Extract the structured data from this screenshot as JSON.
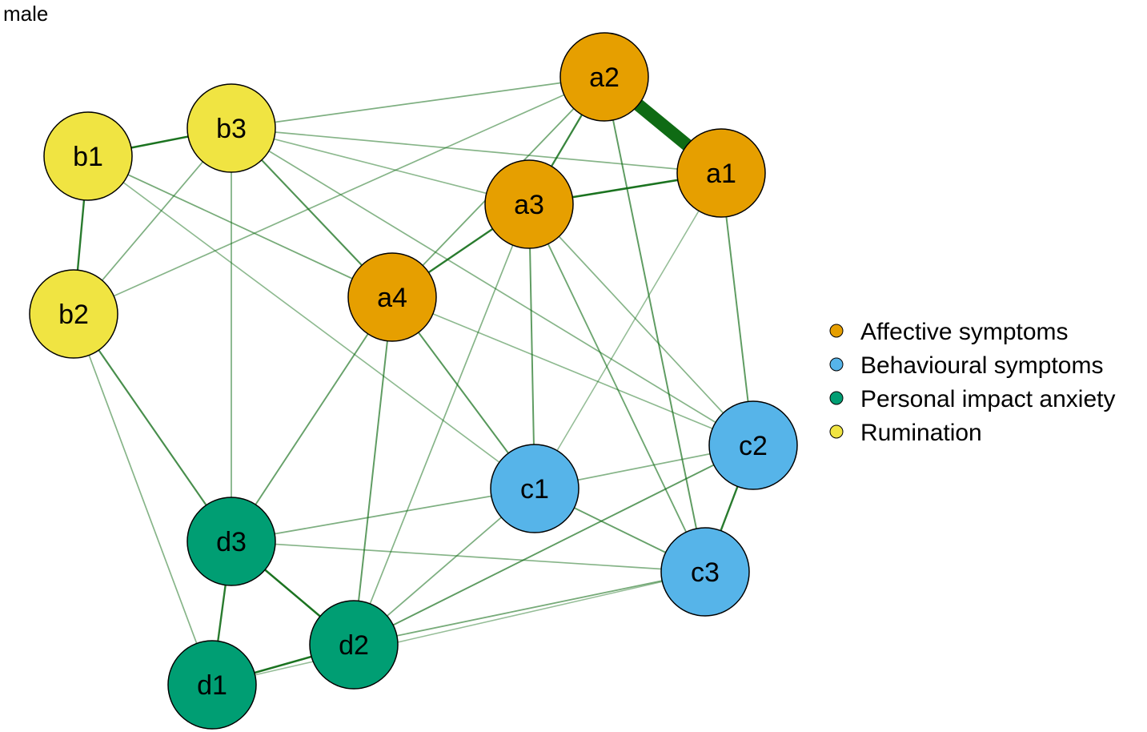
{
  "title": "male",
  "groups": {
    "affective": {
      "label": "Affective symptoms",
      "color": "#E69F00"
    },
    "behavioural": {
      "label": "Behavioural symptoms",
      "color": "#56B4E9"
    },
    "personal": {
      "label": "Personal impact anxiety",
      "color": "#009E73"
    },
    "rumination": {
      "label": "Rumination",
      "color": "#F0E442"
    }
  },
  "legend_order": [
    "affective",
    "behavioural",
    "personal",
    "rumination"
  ],
  "nodes": [
    {
      "id": "a1",
      "label": "a1",
      "group": "affective"
    },
    {
      "id": "a2",
      "label": "a2",
      "group": "affective"
    },
    {
      "id": "a3",
      "label": "a3",
      "group": "affective"
    },
    {
      "id": "a4",
      "label": "a4",
      "group": "affective"
    },
    {
      "id": "b1",
      "label": "b1",
      "group": "rumination"
    },
    {
      "id": "b2",
      "label": "b2",
      "group": "rumination"
    },
    {
      "id": "b3",
      "label": "b3",
      "group": "rumination"
    },
    {
      "id": "c1",
      "label": "c1",
      "group": "behavioural"
    },
    {
      "id": "c2",
      "label": "c2",
      "group": "behavioural"
    },
    {
      "id": "c3",
      "label": "c3",
      "group": "behavioural"
    },
    {
      "id": "d1",
      "label": "d1",
      "group": "personal"
    },
    {
      "id": "d2",
      "label": "d2",
      "group": "personal"
    },
    {
      "id": "d3",
      "label": "d3",
      "group": "personal"
    }
  ],
  "edges": [
    {
      "from": "a2",
      "to": "a1",
      "weight": 1.0
    },
    {
      "from": "a3",
      "to": "a1",
      "weight": 0.22
    },
    {
      "from": "a2",
      "to": "a3",
      "weight": 0.18
    },
    {
      "from": "a3",
      "to": "a4",
      "weight": 0.2
    },
    {
      "from": "a2",
      "to": "a4",
      "weight": 0.1
    },
    {
      "from": "b1",
      "to": "b3",
      "weight": 0.22
    },
    {
      "from": "b1",
      "to": "b2",
      "weight": 0.2
    },
    {
      "from": "b3",
      "to": "b2",
      "weight": 0.09
    },
    {
      "from": "b3",
      "to": "a2",
      "weight": 0.09
    },
    {
      "from": "b3",
      "to": "a1",
      "weight": 0.08
    },
    {
      "from": "b3",
      "to": "a4",
      "weight": 0.15
    },
    {
      "from": "b3",
      "to": "a3",
      "weight": 0.07
    },
    {
      "from": "b3",
      "to": "d3",
      "weight": 0.09
    },
    {
      "from": "b3",
      "to": "c2",
      "weight": 0.08
    },
    {
      "from": "b1",
      "to": "a4",
      "weight": 0.1
    },
    {
      "from": "b1",
      "to": "c1",
      "weight": 0.07
    },
    {
      "from": "b2",
      "to": "a2",
      "weight": 0.08
    },
    {
      "from": "b2",
      "to": "d3",
      "weight": 0.16
    },
    {
      "from": "b2",
      "to": "d1",
      "weight": 0.08
    },
    {
      "from": "a1",
      "to": "c2",
      "weight": 0.13
    },
    {
      "from": "a1",
      "to": "c1",
      "weight": 0.06
    },
    {
      "from": "a2",
      "to": "c3",
      "weight": 0.13
    },
    {
      "from": "a3",
      "to": "c1",
      "weight": 0.13
    },
    {
      "from": "a3",
      "to": "c3",
      "weight": 0.11
    },
    {
      "from": "a3",
      "to": "c2",
      "weight": 0.08
    },
    {
      "from": "a3",
      "to": "d2",
      "weight": 0.08
    },
    {
      "from": "a4",
      "to": "c1",
      "weight": 0.14
    },
    {
      "from": "a4",
      "to": "d3",
      "weight": 0.12
    },
    {
      "from": "a4",
      "to": "d2",
      "weight": 0.13
    },
    {
      "from": "a4",
      "to": "c2",
      "weight": 0.07
    },
    {
      "from": "c1",
      "to": "c3",
      "weight": 0.12
    },
    {
      "from": "c2",
      "to": "c3",
      "weight": 0.2
    },
    {
      "from": "c1",
      "to": "c2",
      "weight": 0.08
    },
    {
      "from": "c1",
      "to": "d3",
      "weight": 0.09
    },
    {
      "from": "c1",
      "to": "d2",
      "weight": 0.09
    },
    {
      "from": "c2",
      "to": "d2",
      "weight": 0.13
    },
    {
      "from": "c3",
      "to": "d2",
      "weight": 0.1
    },
    {
      "from": "c3",
      "to": "d3",
      "weight": 0.08
    },
    {
      "from": "c3",
      "to": "d1",
      "weight": 0.06
    },
    {
      "from": "d3",
      "to": "d2",
      "weight": 0.22
    },
    {
      "from": "d3",
      "to": "d1",
      "weight": 0.2
    },
    {
      "from": "d2",
      "to": "d1",
      "weight": 0.22
    }
  ]
}
